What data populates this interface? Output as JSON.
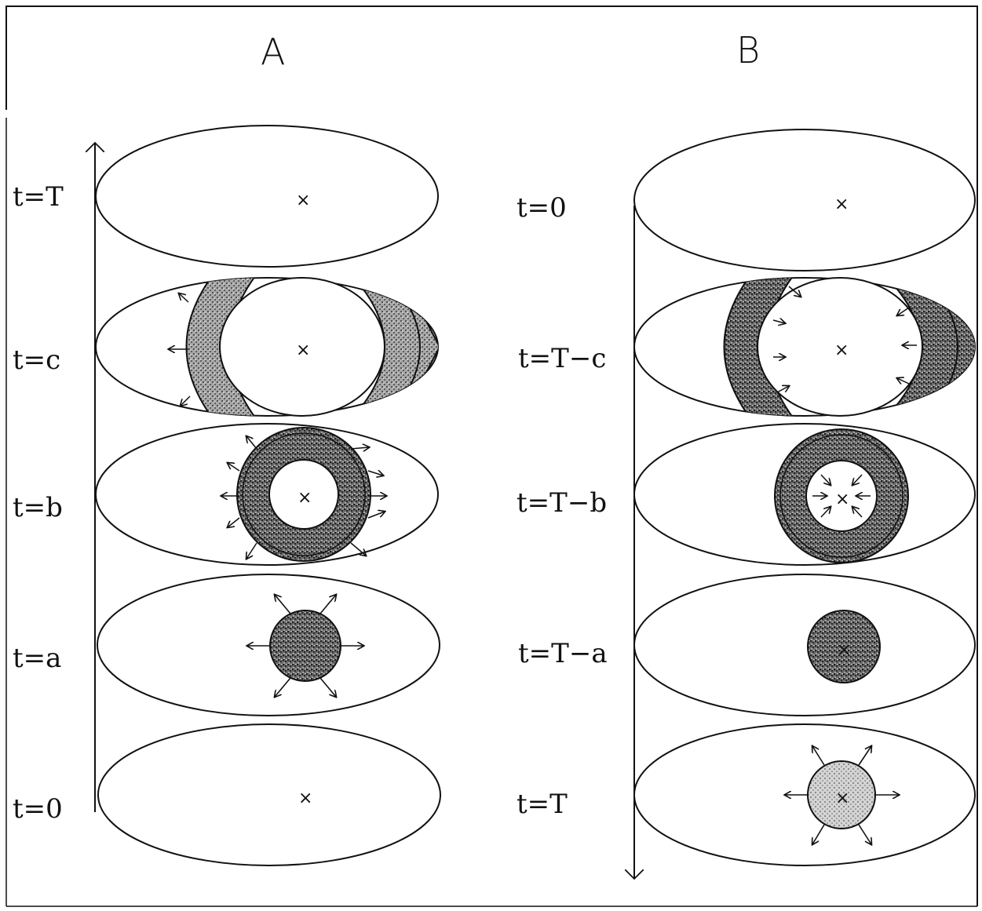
{
  "panels": [
    {
      "header": "A",
      "labels": [
        "t=T",
        "t=c",
        "t=b",
        "t=a",
        "t=0"
      ],
      "time_arrow": "up"
    },
    {
      "header": "B",
      "labels": [
        "t=0",
        "t=T−c",
        "t=T−b",
        "t=T−a",
        "t=T"
      ],
      "time_arrow": "down"
    }
  ],
  "colors": {
    "ink": "#111111",
    "background": "#ffffff",
    "shade_dark": "#3a3a3a",
    "shade_light": "#bdbdbd"
  }
}
